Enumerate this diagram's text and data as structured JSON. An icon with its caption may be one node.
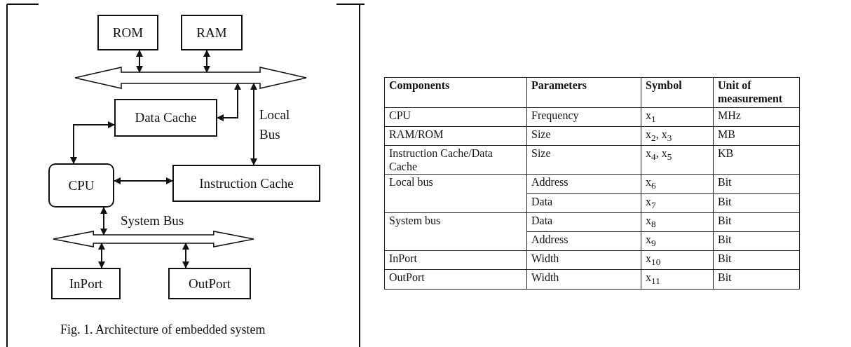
{
  "diagram": {
    "caption": "Fig. 1. Architecture of embedded system",
    "nodes": [
      {
        "text": [
          "ROM"
        ]
      },
      {
        "text": [
          "RAM"
        ]
      },
      {
        "text": [],
        "shape": "arrow"
      },
      {
        "text": [
          "Data Cache"
        ]
      },
      {
        "text": [
          "CPU"
        ]
      },
      {
        "text": [
          "Instruction Cache"
        ]
      },
      {
        "text": [],
        "shape": "arrow",
        "beside": [
          "System Bus"
        ]
      },
      {
        "text": [
          "InPort"
        ]
      },
      {
        "text": [
          "OutPort"
        ]
      }
    ],
    "edges": [
      {
        "from": 0,
        "to": 2,
        "arrow": "both"
      },
      {
        "from": 1,
        "to": 2,
        "arrow": "both"
      },
      {
        "from": 3,
        "to": 2,
        "arrow": "both"
      },
      {
        "from": 2,
        "to": 5,
        "arrow": "both",
        "label": "Local Bus"
      },
      {
        "from": 4,
        "to": 3,
        "arrow": "both"
      },
      {
        "from": 4,
        "to": 5,
        "arrow": "both"
      },
      {
        "from": 4,
        "to": 6,
        "arrow": "both"
      },
      {
        "from": 6,
        "to": 7,
        "arrow": "both"
      },
      {
        "from": 6,
        "to": 8,
        "arrow": "both"
      }
    ],
    "labels": [
      "Components",
      "Parameters",
      "Symbol",
      "Unit of measurement",
      "CPU",
      "Frequency",
      "x$_{1}$",
      "MHz",
      "RAM/ROM",
      "Size",
      "x$_{2}$, x$_{3}$",
      "MB",
      "Instruction Cache/Data Cache",
      "Size",
      "x$_{4}$, x$_{5}$",
      "KB",
      "Local bus",
      "Address",
      "x$_{6}$",
      "Bit",
      "Data",
      "x$_{7}$",
      "Bit",
      "System bus",
      "Data",
      "x$_{8}$",
      "Bit",
      "Address",
      "x$_{9}$",
      "Bit",
      "InPort",
      "Width",
      "x$_{10}$",
      "Bit",
      "OutPort",
      "Width",
      "x$_{11}$",
      "Bit"
    ]
  }
}
